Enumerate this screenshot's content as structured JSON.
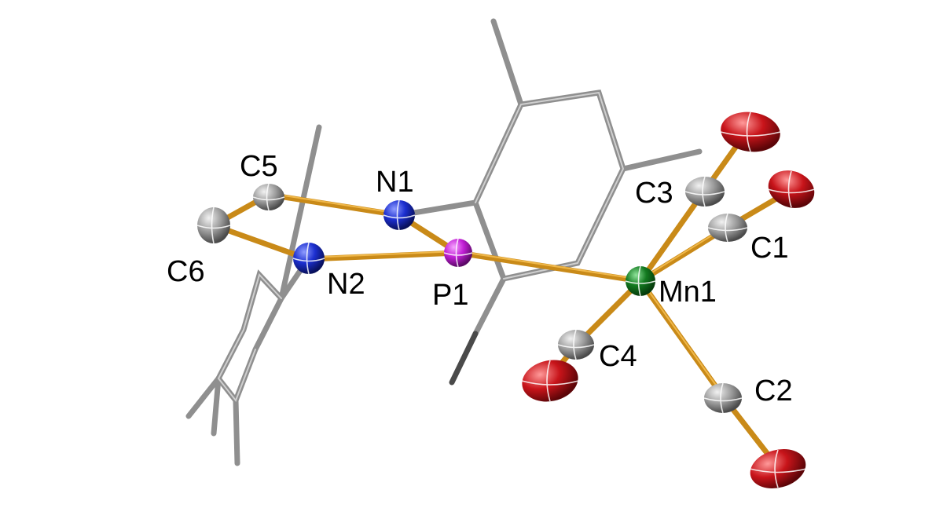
{
  "colors": {
    "carbon": "#8c8c8c",
    "nitrogen": "#1c2fd0",
    "phosphorus": "#c21fd6",
    "manganese": "#137a20",
    "oxygen": "#c8141a",
    "bond": "#c98a18",
    "stick": "#8f8f8f"
  },
  "labels": {
    "C5": "C5",
    "C6": "C6",
    "N1": "N1",
    "N2": "N2",
    "P1": "P1",
    "C3": "C3",
    "C1": "C1",
    "Mn1": "Mn1",
    "C4": "C4",
    "C2": "C2"
  }
}
